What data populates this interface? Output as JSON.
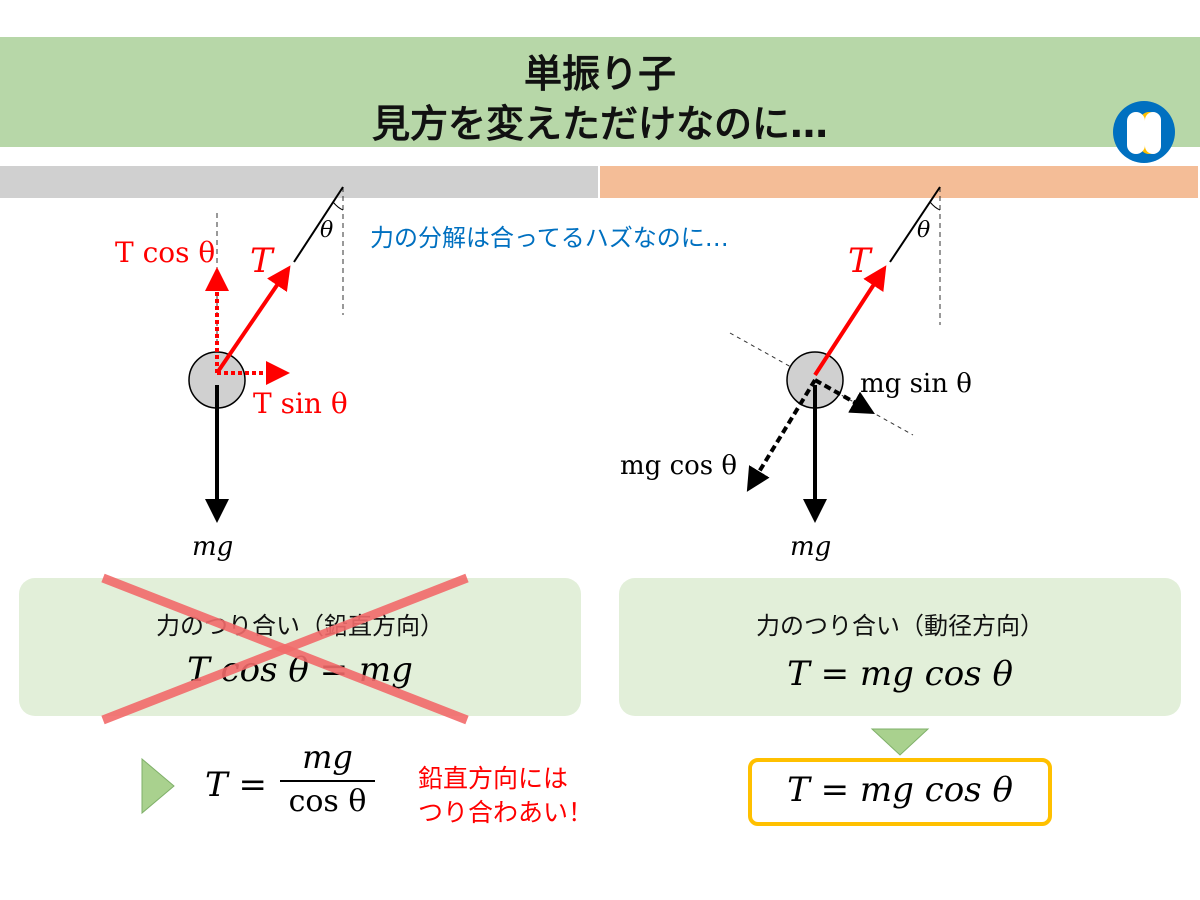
{
  "title": {
    "line1": "単振り子",
    "line2": "見方を変えただけなのに…"
  },
  "colors": {
    "title_bg": "#b7d7a8",
    "left_bar": "#d0d0d0",
    "right_bar": "#f4bd97",
    "accent_red": "#ff0000",
    "note_blue": "#0070c0",
    "result_border": "#ffc000"
  },
  "note": "力の分解は合ってるハズなのに…",
  "left": {
    "T": "T",
    "theta": "θ",
    "tcos": "T cos θ",
    "tsin": "T sin θ",
    "mg": "mg",
    "box_label": "力のつり合い（鉛直方向）",
    "box_eq": "T cos θ = mg",
    "result_lhs": "T =",
    "result_num": "mg",
    "result_den": "cos θ",
    "warn1": "鉛直方向には",
    "warn2": "つり合わあい！"
  },
  "right": {
    "T": "T",
    "theta": "θ",
    "mgsin": "mg sin θ",
    "mgcos": "mg cos θ",
    "mg": "mg",
    "box_label": "力のつり合い（動径方向）",
    "box_eq": "T = mg cos θ",
    "result_eq": "T = mg cos θ"
  }
}
